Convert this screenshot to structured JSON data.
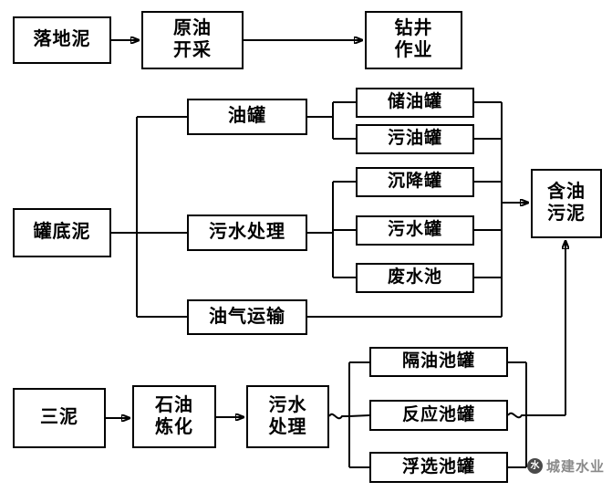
{
  "diagram": {
    "colors": {
      "line": "#000000",
      "background": "#ffffff",
      "watermark_text": "#8a8a8a"
    },
    "nodes": {
      "landing_mud": {
        "label": "落地泥"
      },
      "crude_oil_extraction": {
        "line1": "原油",
        "line2": "开采"
      },
      "drilling_operation": {
        "line1": "钻井",
        "line2": "作业"
      },
      "tank_bottom_mud": {
        "label": "罐底泥"
      },
      "oil_tank": {
        "label": "油罐"
      },
      "oil_storage_tank": {
        "label": "储油罐"
      },
      "waste_oil_tank": {
        "label": "污油罐"
      },
      "sewage_treatment_mid": {
        "label": "污水处理"
      },
      "settling_tank": {
        "label": "沉降罐"
      },
      "sewage_tank": {
        "label": "污水罐"
      },
      "wastewater_pool": {
        "label": "废水池"
      },
      "oil_gas_transport": {
        "label": "油气运输"
      },
      "oily_sludge": {
        "line1": "含油",
        "line2": "污泥"
      },
      "three_mud": {
        "label": "三泥"
      },
      "petroleum_refining": {
        "line1": "石油",
        "line2": "炼化"
      },
      "sewage_treatment_bottom": {
        "line1": "污水",
        "line2": "处理"
      },
      "oil_separation_tank": {
        "label": "隔油池罐"
      },
      "reaction_tank": {
        "label": "反应池罐"
      },
      "flotation_tank": {
        "label": "浮选池罐"
      }
    },
    "watermark": {
      "logo_glyph": "水",
      "text": "城建水业"
    }
  }
}
